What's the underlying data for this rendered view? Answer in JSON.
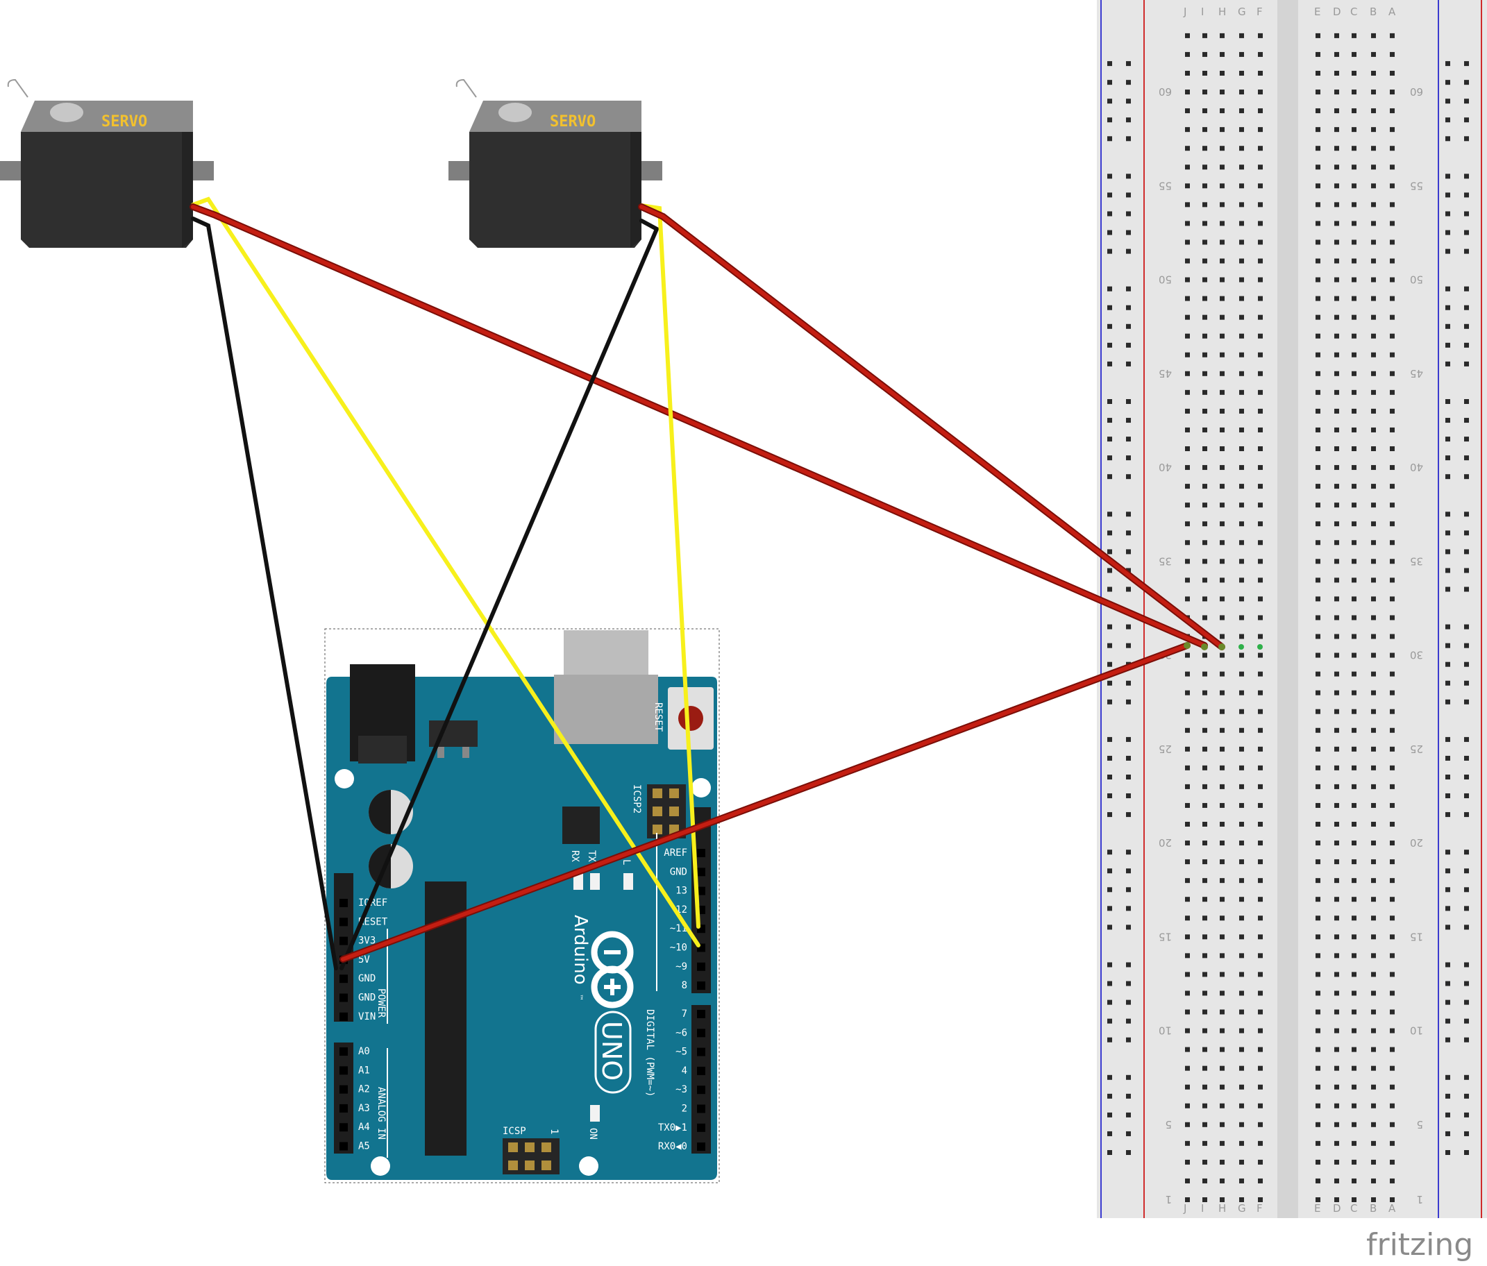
{
  "servos": [
    {
      "label": "SERVO"
    },
    {
      "label": "SERVO"
    }
  ],
  "arduino": {
    "brand": "Arduino",
    "tm": "™",
    "model": "UNO",
    "reset": "RESET",
    "icsp2": "ICSP2",
    "icsp": "ICSP",
    "icsp_pin1": "1",
    "tx": "TX",
    "rx": "RX",
    "l": "L",
    "on": "ON",
    "power_header_title": "POWER",
    "analog_header_title": "ANALOG IN",
    "digital_header_title": "DIGITAL (PWM=~)",
    "power_pins": [
      "IOREF",
      "RESET",
      "3V3",
      "5V",
      "GND",
      "GND",
      "VIN"
    ],
    "analog_pins": [
      "A0",
      "A1",
      "A2",
      "A3",
      "A4",
      "A5"
    ],
    "digital_top_pins": [
      "AREF",
      "GND",
      "13",
      "12",
      "~11",
      "~10",
      "~9",
      "8"
    ],
    "digital_bottom_pins": [
      "7",
      "~6",
      "~5",
      "4",
      "~3",
      "2",
      "TX0▶1",
      "RX0◀0"
    ]
  },
  "breadboard": {
    "left_letters": [
      "J",
      "I",
      "H",
      "G",
      "F"
    ],
    "right_letters": [
      "E",
      "D",
      "C",
      "B",
      "A"
    ],
    "row_numbers": [
      "1",
      "5",
      "10",
      "15",
      "20",
      "25",
      "30",
      "35",
      "40",
      "45",
      "50",
      "55",
      "60"
    ]
  },
  "watermark": "fritzing",
  "colors": {
    "wire_red": "#c41e12",
    "wire_yellow": "#f7f01c",
    "wire_black": "#111111",
    "board_teal": "#12748f",
    "breadboard_bg": "#e8e8e8"
  }
}
